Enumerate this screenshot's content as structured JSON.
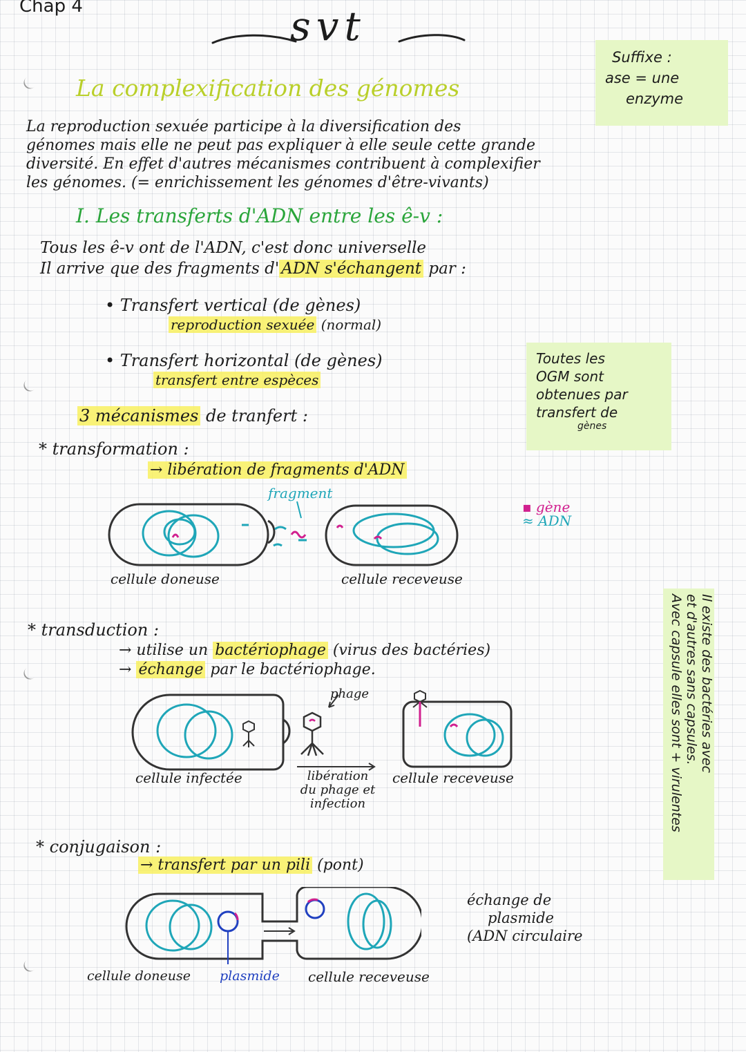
{
  "header": {
    "chapter": "Chap 4",
    "subject": "svt"
  },
  "title": "La complexification des génomes",
  "notes": {
    "suffixe": [
      "Suffixe :",
      "ase = une",
      "enzyme"
    ],
    "ogm": [
      "Toutes les",
      "OGM sont",
      "obtenues par",
      "transfert de",
      "gènes"
    ],
    "bacteries": [
      "Il existe des bactéries avec",
      "et d'autres sans capsules.",
      "Avec capsule elles sont + virulentes"
    ]
  },
  "intro": [
    "La reproduction sexuée participe à la diversification des",
    "génomes mais elle ne peut pas expliquer à elle seule cette grande",
    "diversité. En effet d'autres mécanismes contribuent à complexifier",
    "les génomes. (= enrichissement les génomes d'être-vivants)"
  ],
  "section1": {
    "heading": "I. Les transferts d'ADN entre les ê-v :",
    "line1": "Tous les ê-v ont de l'ADN, c'est donc universelle",
    "line2_pre": "Il arrive que des fragments d'",
    "line2_hl": "ADN s'échangent",
    "line2_post": " par :",
    "vertical": {
      "label": "• Transfert vertical (de gènes)",
      "sub": "reproduction sexuée",
      "sub_post": " (normal)"
    },
    "horizontal": {
      "label": "• Transfert horizontal (de gènes)",
      "sub": "transfert entre espèces"
    },
    "mecanismes_hl": "3 mécanismes",
    "mecanismes_post": " de tranfert :"
  },
  "transformation": {
    "title": "* transformation :",
    "arrow_hl": "→ libération de fragments d'ADN",
    "fragment_label": "fragment",
    "donneuse": "cellule doneuse",
    "receveuse": "cellule receveuse",
    "legend_gene": "gène",
    "legend_adn": "ADN"
  },
  "transduction": {
    "title": "* transduction :",
    "line1_pre": "→ utilise un ",
    "line1_hl": "bactériophage",
    "line1_post": " (virus des bactéries)",
    "line2_hl": "échange",
    "line2_post": " par le bactériophage.",
    "phage": "phage",
    "infectee": "cellule infectée",
    "liberation": [
      "libération",
      "du phage et",
      "infection"
    ],
    "receveuse": "cellule receveuse"
  },
  "conjugaison": {
    "title": "* conjugaison :",
    "arrow_hl": "→ transfert par un pili",
    "arrow_post": " (pont)",
    "echange": [
      "échange de",
      "plasmide",
      "(ADN circulaire"
    ],
    "donneuse": "cellule doneuse",
    "plasmide": "plasmide",
    "receveuse": "cellule receveuse"
  },
  "colors": {
    "title": "#b9cf2a",
    "heading": "#2aa53a",
    "adn": "#1fa6b8",
    "gene": "#d1208f",
    "plasmide": "#2040c0",
    "note": "#e6f7c6",
    "highlight": "#f8f05f"
  }
}
